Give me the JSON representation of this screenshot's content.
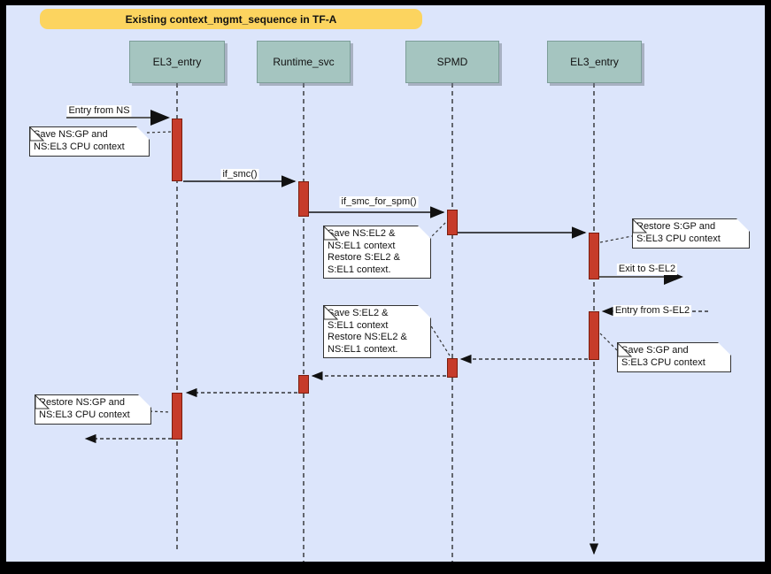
{
  "title": {
    "text": "Existing context_mgmt_sequence in TF-A"
  },
  "participants": [
    {
      "label": "EL3_entry"
    },
    {
      "label": "Runtime_svc"
    },
    {
      "label": "SPMD"
    },
    {
      "label": "EL3_entry"
    }
  ],
  "messages": {
    "entry_from_ns": "Entry from NS",
    "if_smc": "if_smc()",
    "if_smc_for_spm": "if_smc_for_spm()",
    "exit_to_s_el2": "Exit to S-EL2",
    "entry_from_s_el2": "Entry from S-EL2"
  },
  "notes": [
    {
      "lines": [
        "Save NS:GP and",
        "NS:EL3 CPU context"
      ]
    },
    {
      "lines": [
        "Save NS:EL2 &",
        "NS:EL1 context",
        "Restore S:EL2 &",
        "S:EL1 context."
      ]
    },
    {
      "lines": [
        "Restore S:GP and",
        "S:EL3 CPU context"
      ]
    },
    {
      "lines": [
        "Save S:EL2 &",
        "S:EL1 context",
        "Restore NS:EL2 &",
        "NS:EL1 context."
      ]
    },
    {
      "lines": [
        "Save S:GP and",
        "S:EL3 CPU context"
      ]
    },
    {
      "lines": [
        "Restore NS:GP and",
        "NS:EL3 CPU context"
      ]
    }
  ],
  "colors": {
    "background": "#dce5fb",
    "frame_border": "#000000",
    "banner": "#fcd45f",
    "participant_fill": "#a5c5c0",
    "participant_border": "#7d9e99",
    "activation_fill": "#c63c2a",
    "activation_border": "#7a1d0e",
    "note_fill": "#ffffff",
    "line_dark": "#111111",
    "line_gray": "#5b5b5b"
  }
}
